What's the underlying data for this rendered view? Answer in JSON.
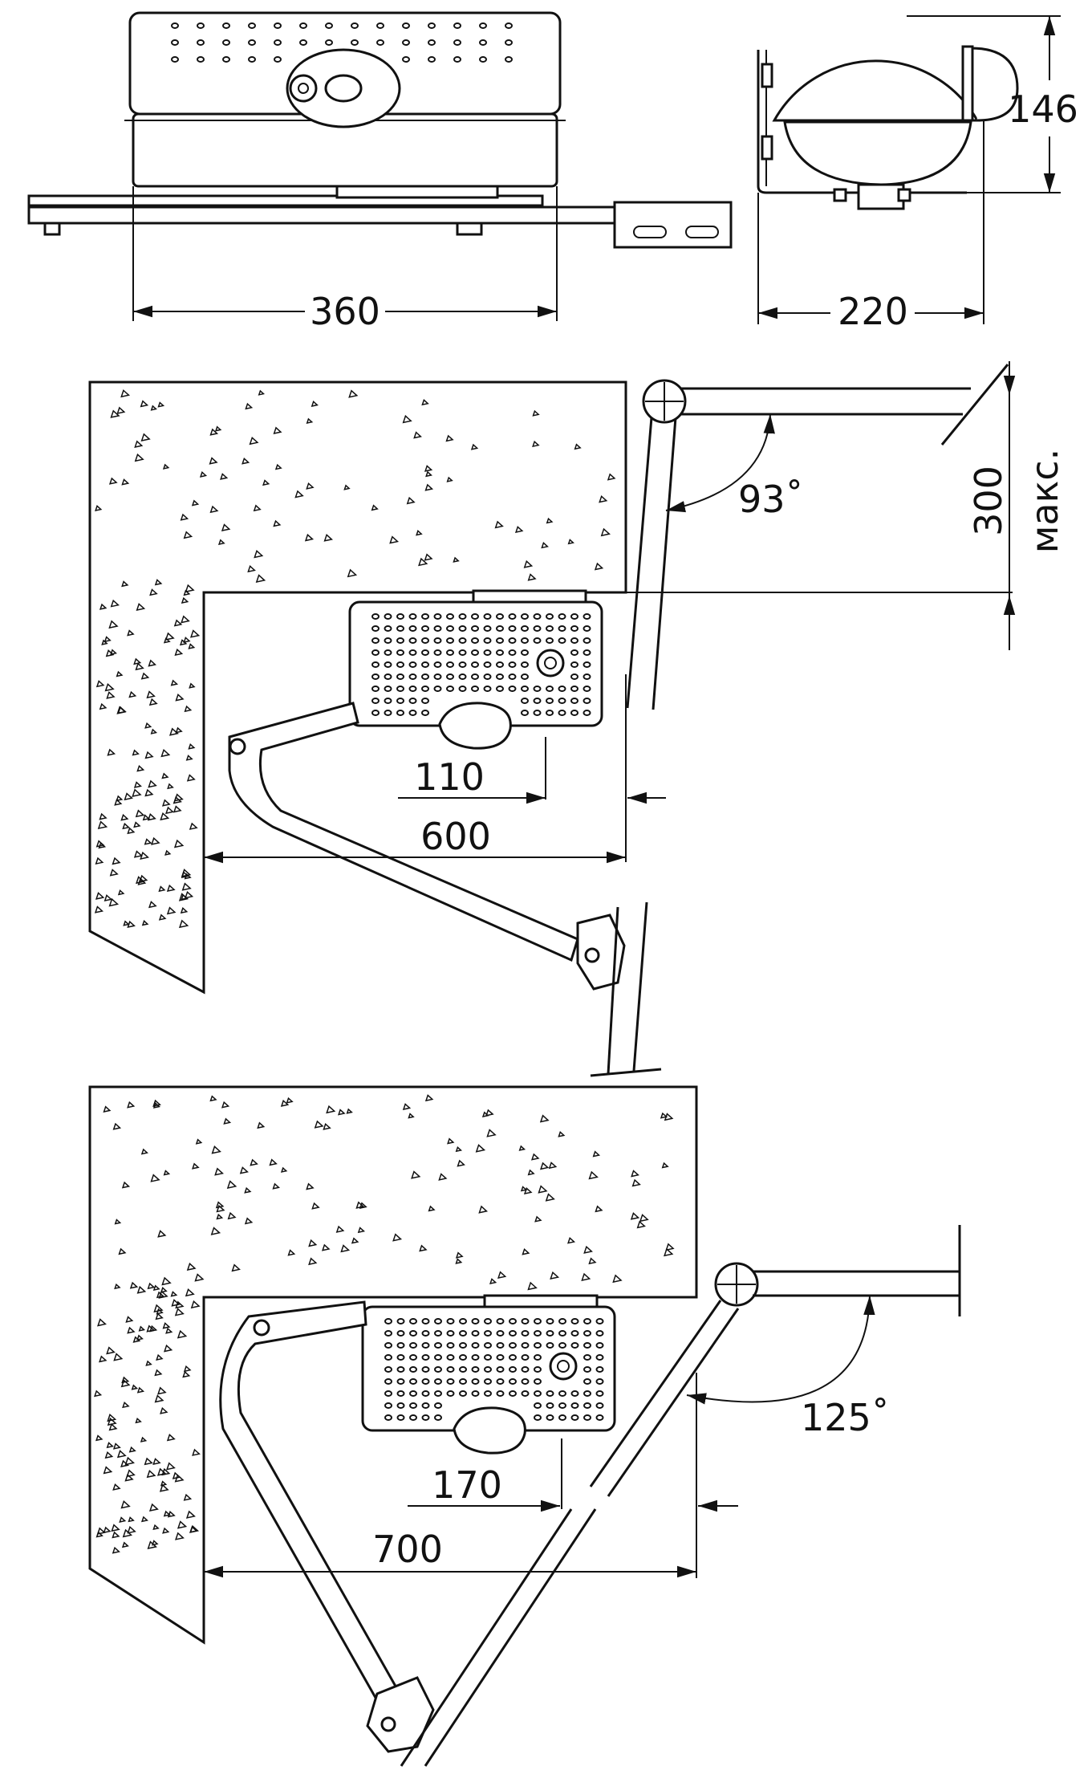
{
  "dimensions": {
    "top_width": "360",
    "side_width": "220",
    "side_height": "146",
    "max_depth_value": "300",
    "max_depth_suffix": "макс.",
    "install1_angle": "93˚",
    "install1_offset": "110",
    "install1_span": "600",
    "install2_angle": "125˚",
    "install2_offset": "170",
    "install2_span": "700"
  },
  "colors": {
    "ink": "#111111",
    "paper": "#ffffff"
  },
  "icons": [
    "lock-icon",
    "pivot-icon"
  ]
}
